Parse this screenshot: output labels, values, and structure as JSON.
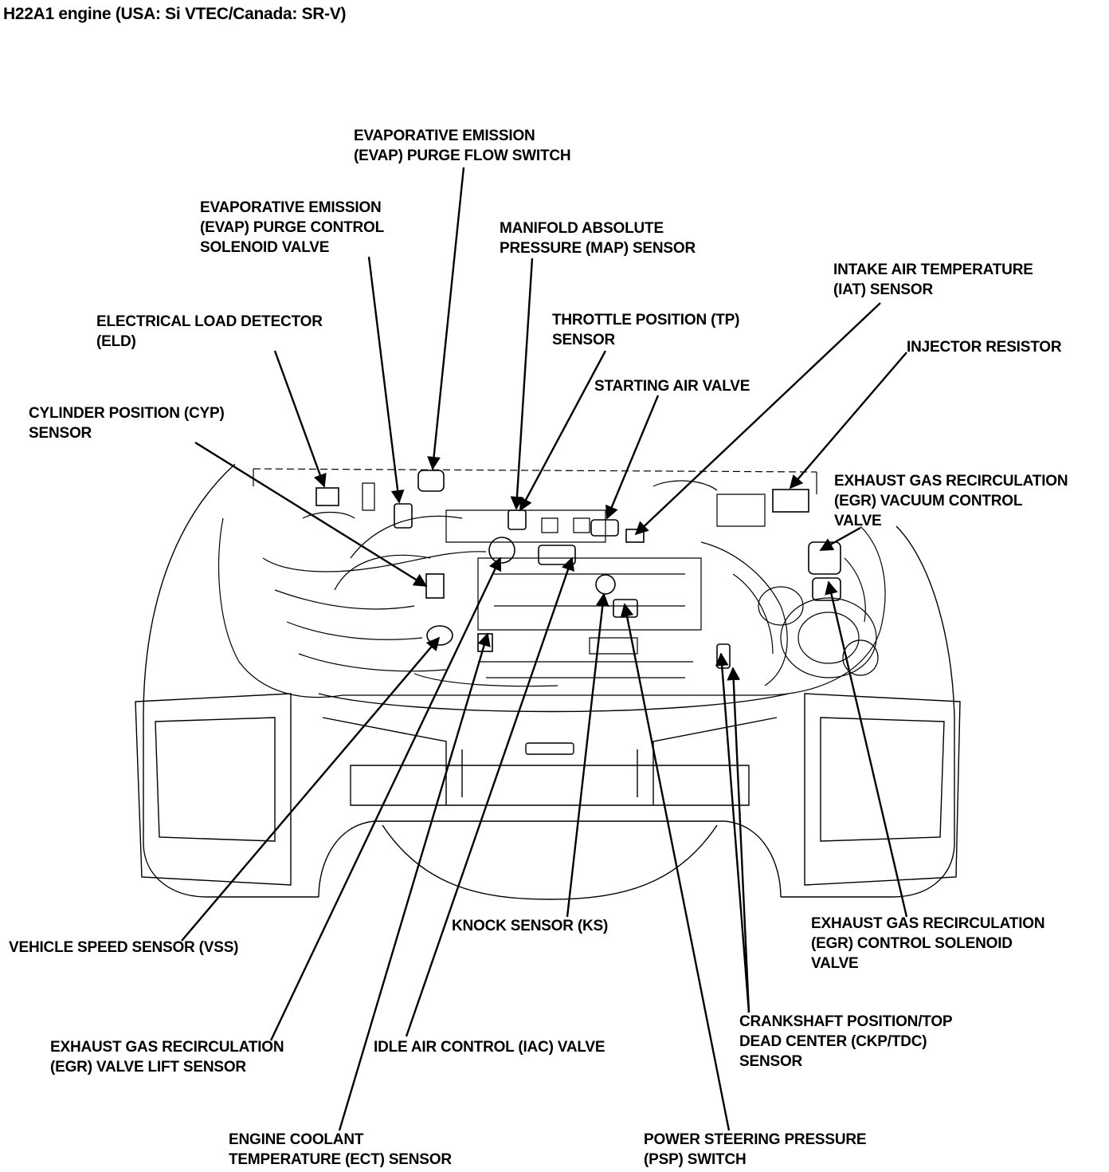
{
  "title": "H22A1 engine (USA: Si VTEC/Canada: SR-V)",
  "labels": {
    "evap_purge_flow_switch": [
      "EVAPORATIVE EMISSION",
      "(EVAP) PURGE FLOW SWITCH"
    ],
    "evap_purge_control_solenoid": [
      "EVAPORATIVE EMISSION",
      "(EVAP) PURGE CONTROL",
      "SOLENOID VALVE"
    ],
    "map_sensor": [
      "MANIFOLD ABSOLUTE",
      "PRESSURE (MAP) SENSOR"
    ],
    "iat_sensor": [
      "INTAKE AIR TEMPERATURE",
      "(IAT) SENSOR"
    ],
    "eld": [
      "ELECTRICAL LOAD DETECTOR",
      "(ELD)"
    ],
    "tp_sensor": [
      "THROTTLE POSITION (TP)",
      "SENSOR"
    ],
    "injector_resistor": [
      "INJECTOR RESISTOR"
    ],
    "starting_air_valve": [
      "STARTING AIR VALVE"
    ],
    "cyp_sensor": [
      "CYLINDER POSITION (CYP)",
      "SENSOR"
    ],
    "egr_vacuum_control_valve": [
      "EXHAUST GAS RECIRCULATION",
      "(EGR) VACUUM CONTROL",
      "VALVE"
    ],
    "vss": [
      "VEHICLE SPEED SENSOR (VSS)"
    ],
    "knock_sensor": [
      "KNOCK SENSOR (KS)"
    ],
    "egr_control_solenoid": [
      "EXHAUST GAS RECIRCULATION",
      "(EGR) CONTROL SOLENOID",
      "VALVE"
    ],
    "ckp_tdc_sensor": [
      "CRANKSHAFT POSITION/TOP",
      "DEAD CENTER (CKP/TDC)",
      "SENSOR"
    ],
    "egr_valve_lift_sensor": [
      "EXHAUST GAS RECIRCULATION",
      "(EGR) VALVE LIFT SENSOR"
    ],
    "iac_valve": [
      "IDLE AIR CONTROL (IAC) VALVE"
    ],
    "ect_sensor": [
      "ENGINE COOLANT",
      "TEMPERATURE (ECT) SENSOR"
    ],
    "psp_switch": [
      "POWER STEERING PRESSURE",
      "(PSP) SWITCH"
    ]
  }
}
